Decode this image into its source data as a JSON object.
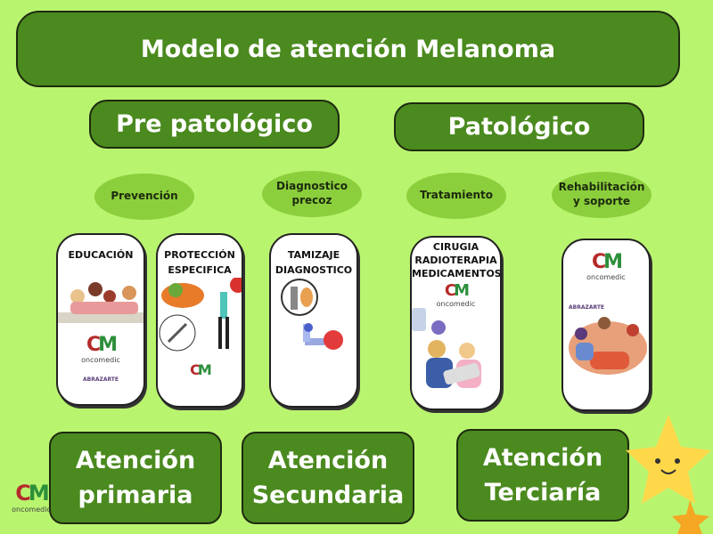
{
  "title": "Modelo de atención Melanoma",
  "phases": [
    "Pre patológico",
    "Patológico"
  ],
  "stages": [
    {
      "label": "Prevención"
    },
    {
      "label": "Diagnostico\nprecoz"
    },
    {
      "label": "Tratamiento"
    },
    {
      "label": "Rehabilitación\ny soporte"
    }
  ],
  "cards": [
    {
      "heading": "EDUCACIÓN"
    },
    {
      "heading": "PROTECCIÓN\nESPECIFICA"
    },
    {
      "heading": "TAMIZAJE\nDIAGNOSTICO"
    },
    {
      "heading": "CIRUGIA\nRADIOTERAPIA\nMEDICAMENTOS"
    },
    {
      "heading": ""
    }
  ],
  "levels": [
    "Atención\nprimaria",
    "Atención\nSecundaria",
    "Atención\nTerciaría"
  ],
  "logos": {
    "oncomedic": "oncomedic",
    "abrazarte": "ABRAZARTE"
  },
  "colors": {
    "background": "#b9f46f",
    "dark_green": "#4b8a1f",
    "pill_green": "#8ccf3c"
  }
}
